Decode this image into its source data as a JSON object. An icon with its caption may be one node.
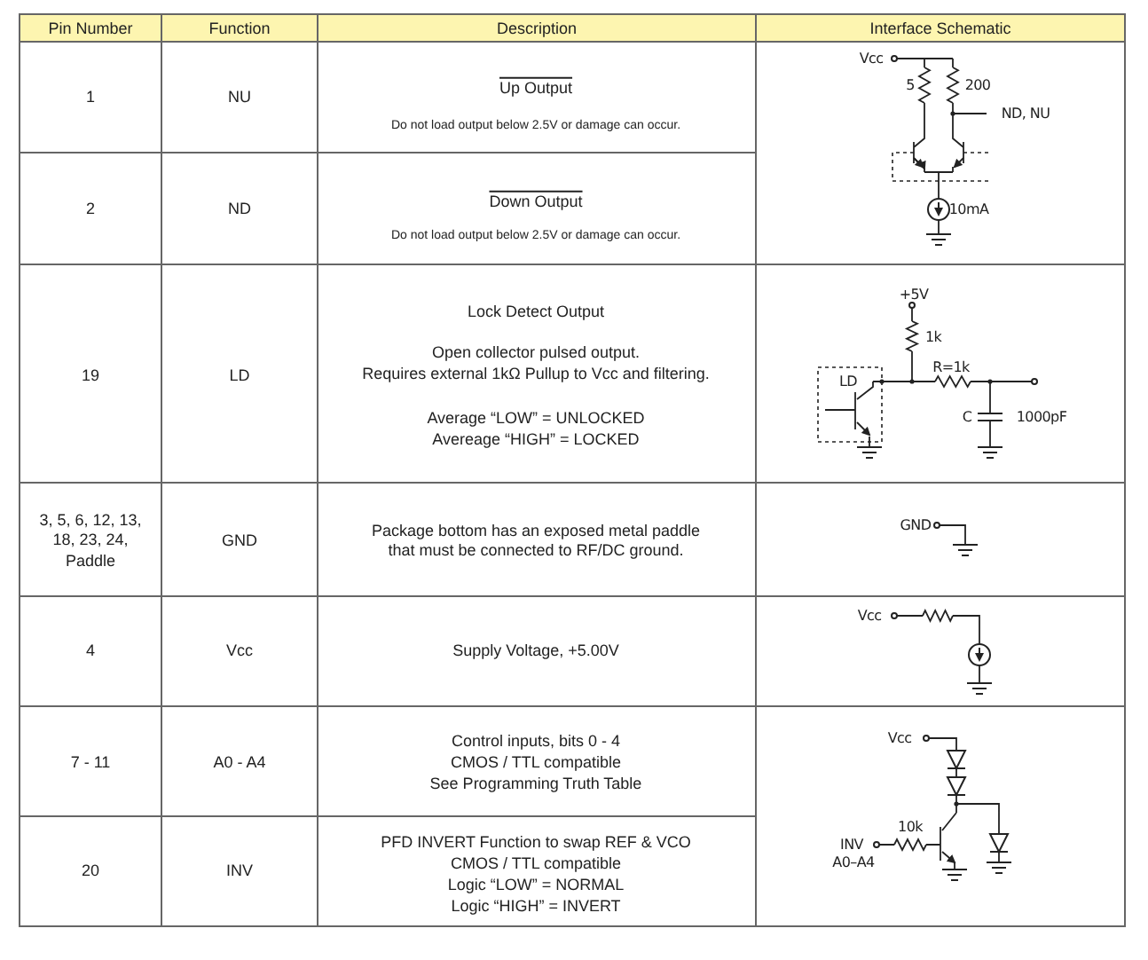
{
  "diagram": {
    "labels": [
      "Pin Number",
      "Function",
      "Description",
      "Interface Schematic",
      "1",
      "NU",
      "Up Output",
      "Do not load output below 2.5V or damage can occur.",
      "Vcc",
      "5",
      "200",
      "ND, NU",
      "2",
      "ND",
      "Down Output",
      "10mA",
      "Do not load output below 2.5V or damage can occur.",
      "19",
      "LD",
      "Lock Detect Output",
      "Open collector pulsed output.",
      "Requires external 1kΩ Pullup to Vcc and filtering.",
      "Average “LOW” = UNLOCKED",
      "Avereage “HIGH” = LOCKED",
      "+5V",
      "1k",
      "R=1k",
      "LD",
      "C",
      "1000pF",
      "3, 5, 6, 12, 13, 18, 23, 24, Paddle",
      "GND",
      "Package bottom has an exposed metal paddle that must be connected to RF/DC ground.",
      "GND",
      "4",
      "Vcc",
      "Supply Voltage, +5.00V",
      "Vcc",
      "7 - 11",
      "A0 - A4",
      "Control inputs, bits 0 - 4",
      "CMOS / TTL compatible",
      "See Programming Truth Table",
      "Vcc",
      "10k",
      "INV",
      "A0–A4",
      "20",
      "INV",
      "PFD INVERT Function to swap REF & VCO",
      "CMOS / TTL compatible",
      "Logic “LOW” = NORMAL",
      "Logic “HIGH” = INVERT"
    ]
  }
}
